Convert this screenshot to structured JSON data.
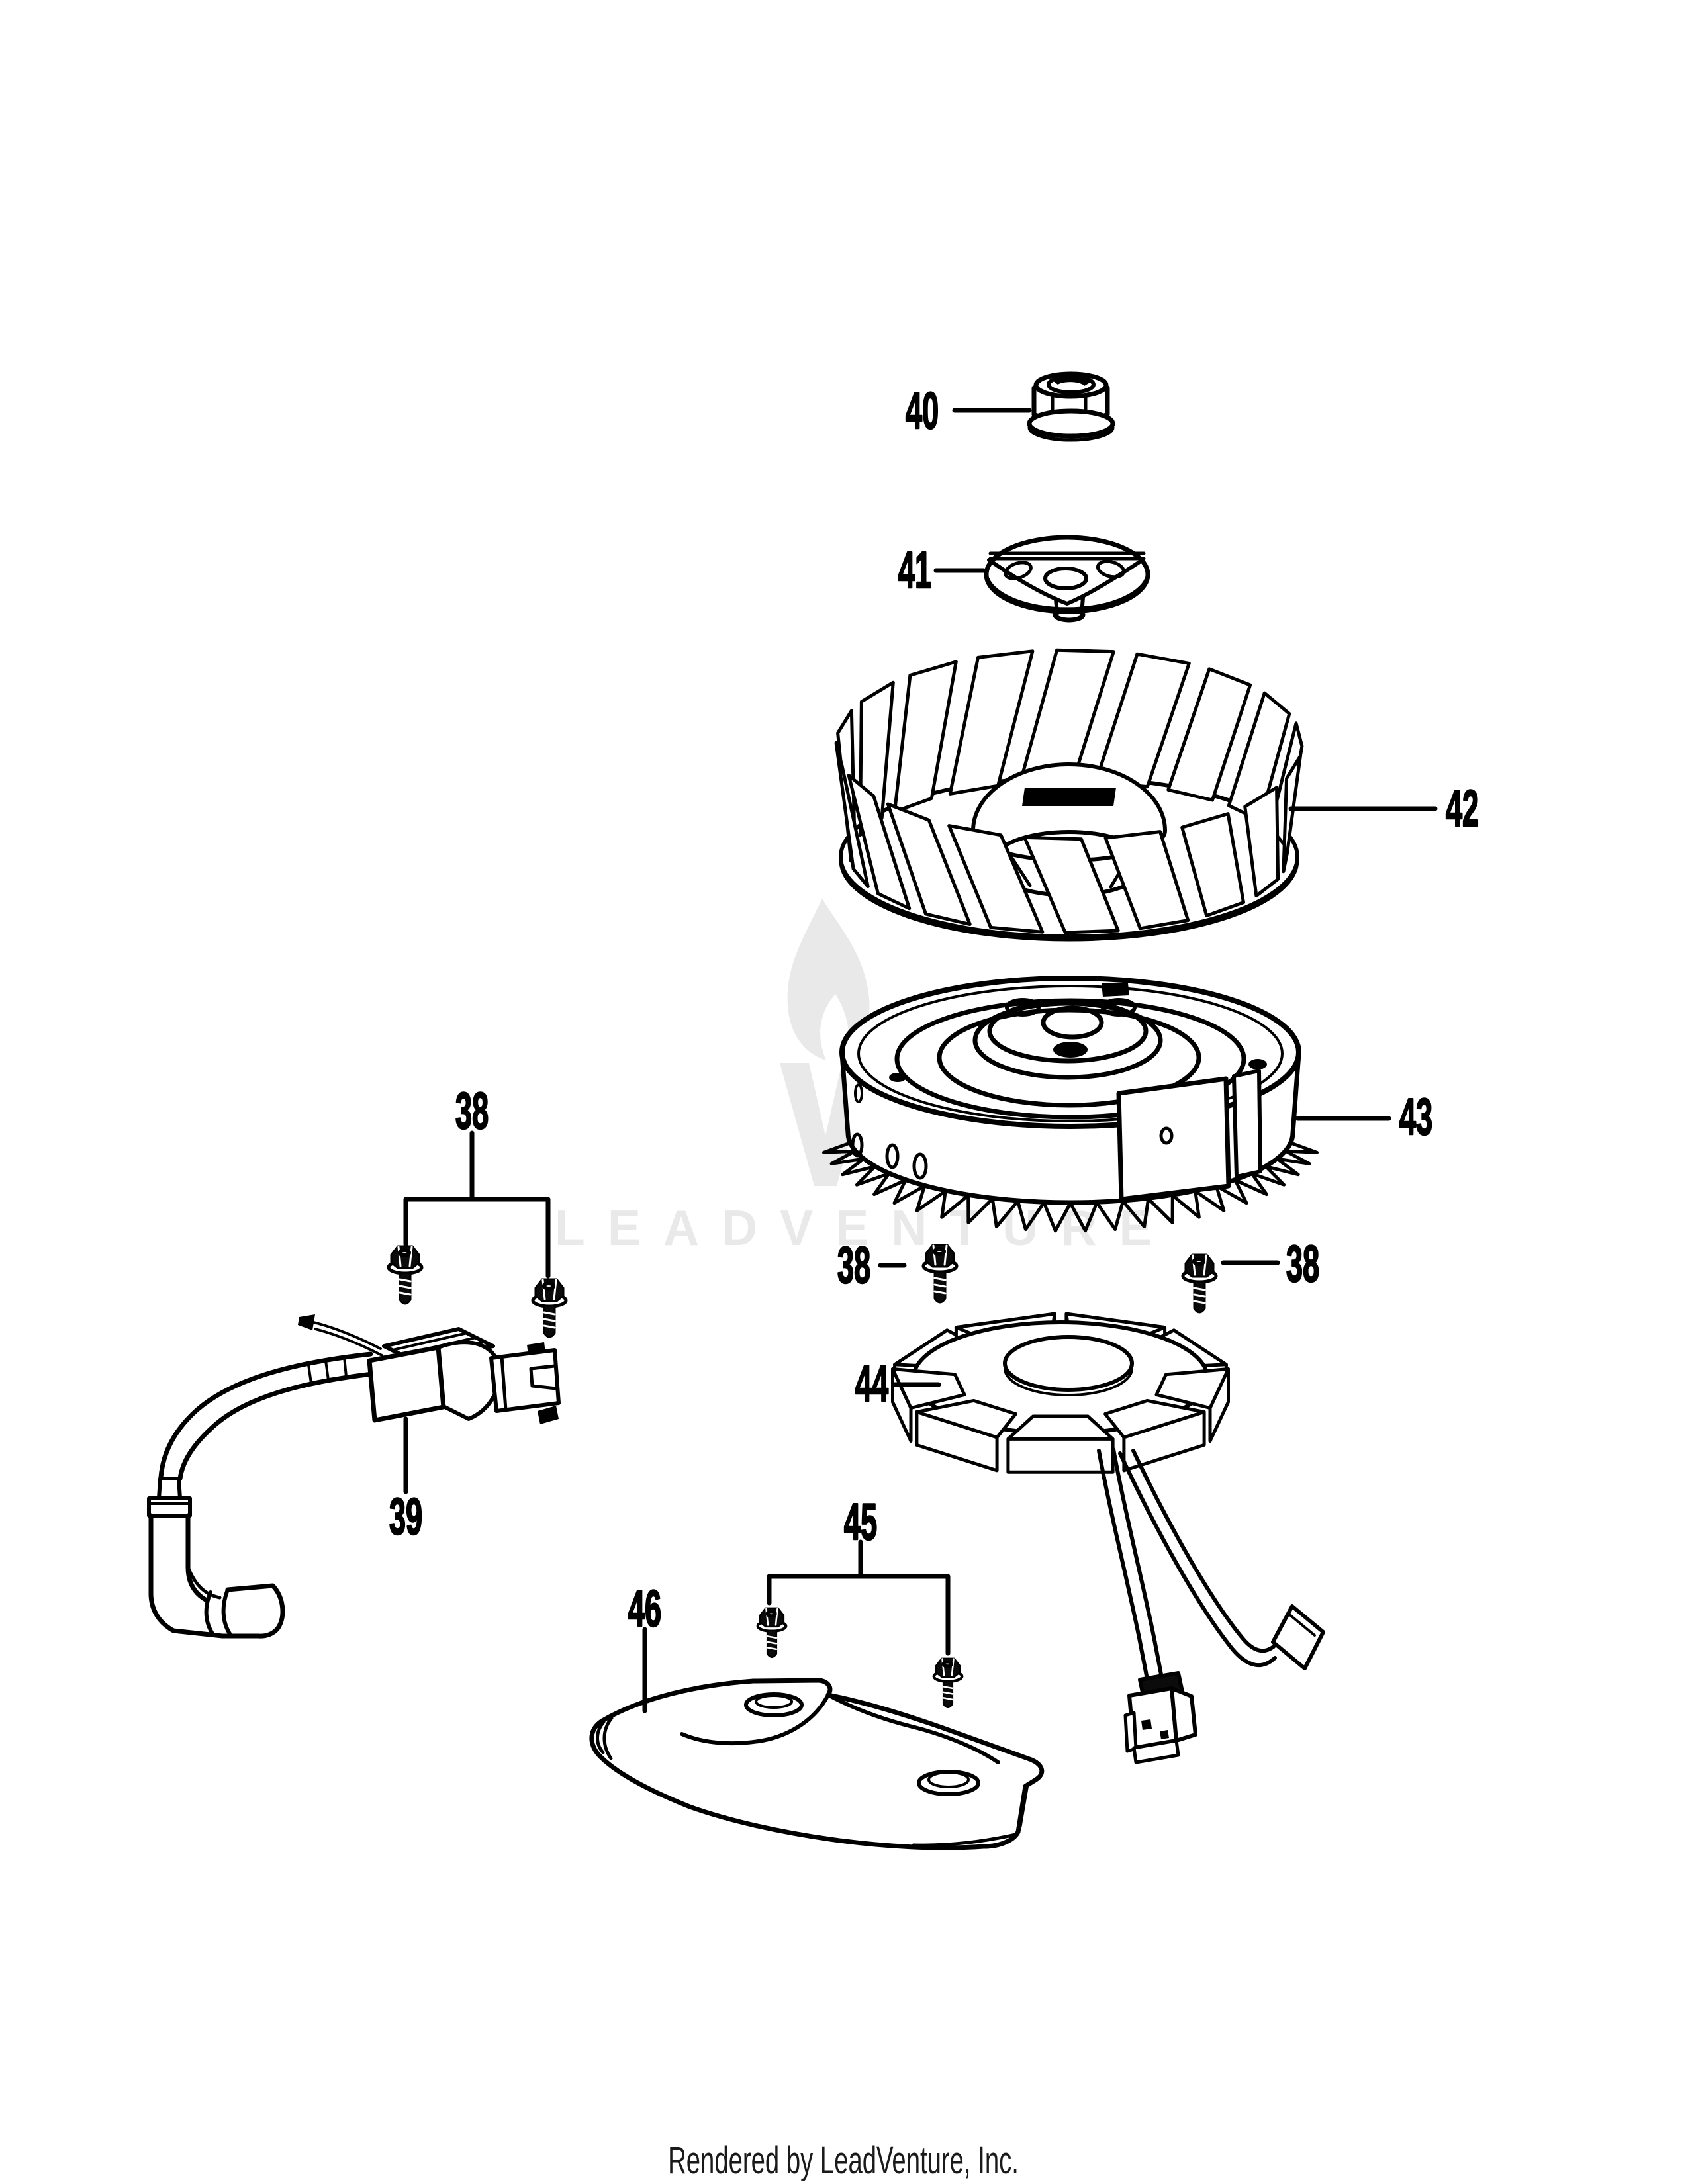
{
  "colors": {
    "background": "#ffffff",
    "ink": "#000000",
    "watermark": "#e9e9e9",
    "footer_text": "#1a1a1a"
  },
  "watermark": {
    "text": "LEADVENTURE"
  },
  "footer": {
    "text": "Rendered by LeadVenture, Inc."
  },
  "callouts": {
    "n38_left": {
      "text": "38"
    },
    "n38_center": {
      "text": "38"
    },
    "n38_right": {
      "text": "38"
    },
    "n39": {
      "text": "39"
    },
    "n40": {
      "text": "40"
    },
    "n41": {
      "text": "41"
    },
    "n42": {
      "text": "42"
    },
    "n43": {
      "text": "43"
    },
    "n44": {
      "text": "44"
    },
    "n45": {
      "text": "45"
    },
    "n46": {
      "text": "46"
    }
  }
}
